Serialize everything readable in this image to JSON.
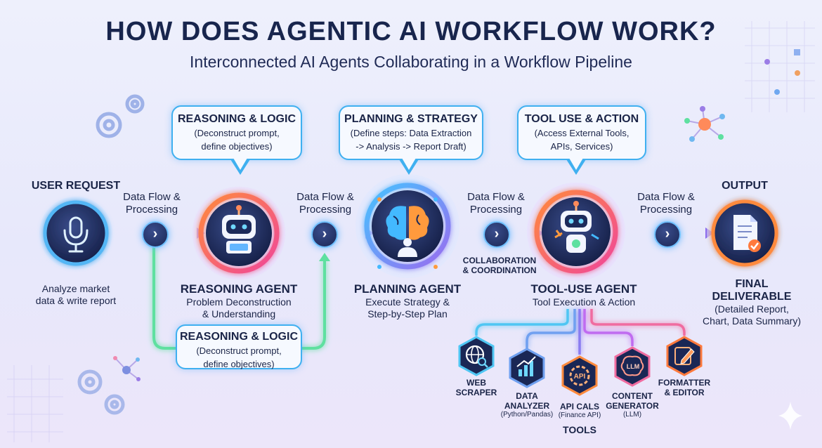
{
  "title": "HOW DOES AGENTIC AI WORKFLOW WORK?",
  "subtitle": "Interconnected AI Agents Collaborating in a Workflow Pipeline",
  "user_request": {
    "heading": "USER REQUEST",
    "desc_line1": "Analyze market",
    "desc_line2": "data & write report"
  },
  "flow_label": {
    "line1": "Data Flow &",
    "line2": "Processing"
  },
  "callouts": {
    "reasoning_top": {
      "title": "REASONING & LOGIC",
      "line1": "(Deconstruct prompt,",
      "line2": "define objectives)"
    },
    "planning": {
      "title": "PLANNING & STRATEGY",
      "line1": "(Define steps: Data Extraction",
      "line2": "-> Analysis -> Report Draft)"
    },
    "tool_use": {
      "title": "TOOL USE & ACTION",
      "line1": "(Access External Tools,",
      "line2": "APIs, Services)"
    },
    "reasoning_bottom": {
      "title": "REASONING & LOGIC",
      "line1": "(Deconstruct prompt,",
      "line2": "define objectives)"
    }
  },
  "agents": {
    "reasoning": {
      "name": "REASONING AGENT",
      "line1": "Problem Deconstruction",
      "line2": "& Understanding"
    },
    "planning": {
      "name": "PLANNING AGENT",
      "line1": "Execute Strategy &",
      "line2": "Step-by-Step Plan"
    },
    "tool_use": {
      "name": "TOOL-USE AGENT",
      "line1": "Tool Execution & Action"
    }
  },
  "collaboration": {
    "line1": "COLLABORATION",
    "line2": "& COORDINATION"
  },
  "output": {
    "heading": "OUTPUT",
    "title1": "FINAL",
    "title2": "DELIVERABLE",
    "line1": "(Detailed Report,",
    "line2": "Chart, Data Summary)"
  },
  "tools_label": "TOOLS",
  "tools": [
    {
      "name1": "WEB",
      "name2": "SCRAPER",
      "sub": ""
    },
    {
      "name1": "DATA",
      "name2": "ANALYZER",
      "sub": "(Python/Pandas)"
    },
    {
      "name1": "API CALS",
      "name2": "",
      "sub": "(Finance API)"
    },
    {
      "name1": "CONTENT",
      "name2": "GENERATOR",
      "sub": "(LLM)"
    },
    {
      "name1": "FORMATTER",
      "name2": "& EDITOR",
      "sub": ""
    }
  ],
  "icons": {
    "user": "microphone-icon",
    "reasoning": "robot-icon",
    "planning": "brain-icon",
    "tool_use": "robot-tool-icon",
    "output": "document-check-icon",
    "tool_icons": [
      "globe-search-icon",
      "bar-chart-icon",
      "api-gear-icon",
      "llm-brain-icon",
      "pen-edit-icon"
    ],
    "chevron": "chevron-right-icon"
  },
  "colors": {
    "navy": "#18254d",
    "cyan": "#3fb0f0",
    "purple": "#8b6cf0",
    "orange": "#ff7a3d",
    "pink": "#f0479a",
    "green": "#5ee0a0"
  }
}
